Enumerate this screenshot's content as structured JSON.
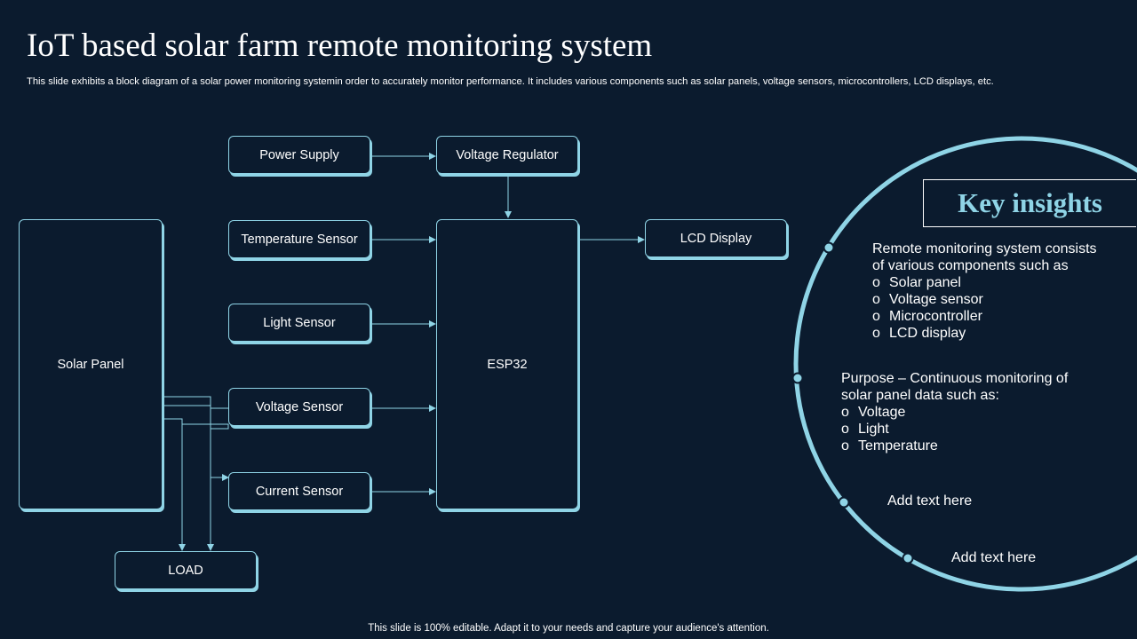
{
  "header": {
    "title": "IoT based solar farm remote monitoring system",
    "subtitle": "This slide exhibits a block diagram of a solar power monitoring systemin order to accurately monitor performance. It includes various components such as solar panels, voltage sensors, microcontrollers, LCD displays, etc."
  },
  "diagram": {
    "solar_panel": "Solar Panel",
    "power_supply": "Power Supply",
    "voltage_regulator": "Voltage Regulator",
    "temperature_sensor": "Temperature Sensor",
    "light_sensor": "Light Sensor",
    "voltage_sensor": "Voltage Sensor",
    "current_sensor": "Current Sensor",
    "esp32": "ESP32",
    "lcd_display": "LCD Display",
    "load": "LOAD"
  },
  "insights": {
    "title": "Key insights",
    "block1_intro": "Remote monitoring system consists of various components such as",
    "block1_items": [
      "Solar panel",
      "Voltage sensor",
      "Microcontroller",
      "LCD display"
    ],
    "block2_intro": "Purpose – Continuous monitoring of solar panel data such as:",
    "block2_items": [
      "Voltage",
      "Light",
      "Temperature"
    ],
    "add_text_1": "Add text here",
    "add_text_2": "Add text here"
  },
  "footer": "This slide is 100% editable. Adapt it to your needs and capture your audience's attention.",
  "colors": {
    "background": "#0b1b2e",
    "accent": "#8fd4e6",
    "text": "#ffffff"
  }
}
